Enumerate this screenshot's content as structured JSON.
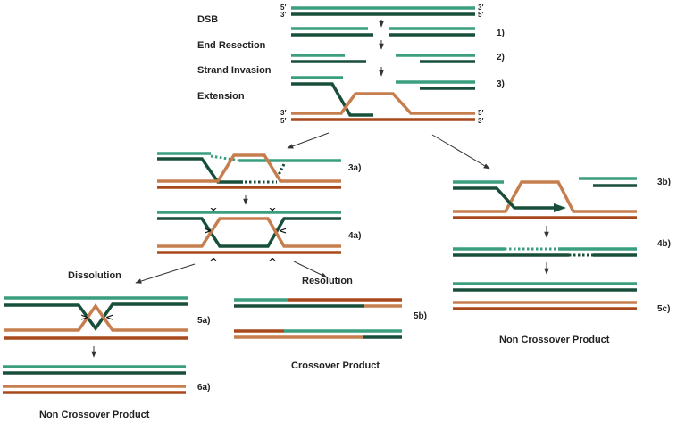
{
  "colors": {
    "green": "#3a9e7f",
    "dark_green": "#184f3a",
    "orange": "#c67e4f",
    "dark_orange": "#a8491b",
    "arrow": "#333333",
    "text": "#222222"
  },
  "stage_labels": {
    "dsb": "DSB",
    "end_resection": "End Resection",
    "strand_invasion": "Strand Invasion",
    "extension": "Extension",
    "dissolution": "Dissolution",
    "resolution": "Resolution"
  },
  "step_labels": {
    "s1": "1)",
    "s2": "2)",
    "s3": "3)",
    "s3a": "3a)",
    "s3b": "3b)",
    "s4a": "4a)",
    "s4b": "4b)",
    "s5a": "5a)",
    "s5b": "5b)",
    "s5c": "5c)",
    "s6a": "6a)"
  },
  "product_labels": {
    "non_crossover_left": "Non Crossover Product",
    "crossover": "Crossover Product",
    "non_crossover_right": "Non Crossover Product"
  },
  "strand_ends": {
    "five_prime": "5′",
    "three_prime": "3′"
  }
}
